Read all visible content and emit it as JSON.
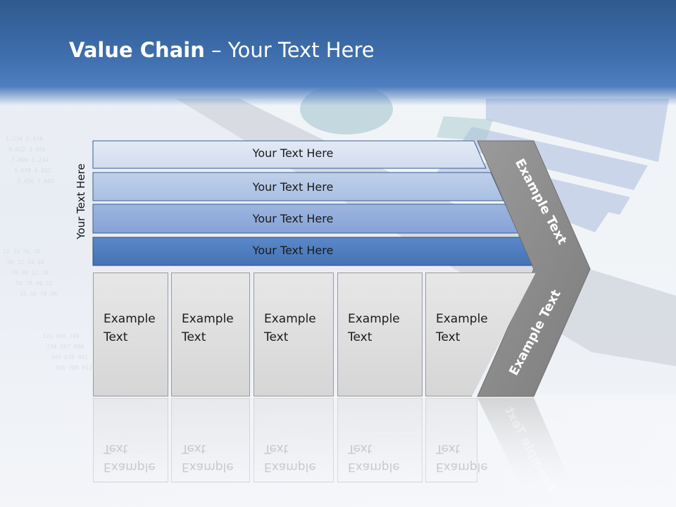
{
  "title": {
    "bold": "Value Chain",
    "rest": " – Your Text Here"
  },
  "side_label": "Your Text Here",
  "bars": [
    {
      "label": "Your Text Here",
      "color": "#dae3f3"
    },
    {
      "label": "Your Text Here",
      "color": "#b4c7e7"
    },
    {
      "label": "Your Text Here",
      "color": "#8faadc"
    },
    {
      "label": "Your Text Here",
      "color": "#4f7fc0"
    }
  ],
  "boxes": [
    {
      "line1": "Example",
      "line2": "Text"
    },
    {
      "line1": "Example",
      "line2": "Text"
    },
    {
      "line1": "Example",
      "line2": "Text"
    },
    {
      "line1": "Example",
      "line2": "Text"
    },
    {
      "line1": "Example",
      "line2": "Text"
    }
  ],
  "chevron": {
    "upper": "Example Text",
    "lower": "Example Text",
    "color": "#8c8c8c"
  }
}
